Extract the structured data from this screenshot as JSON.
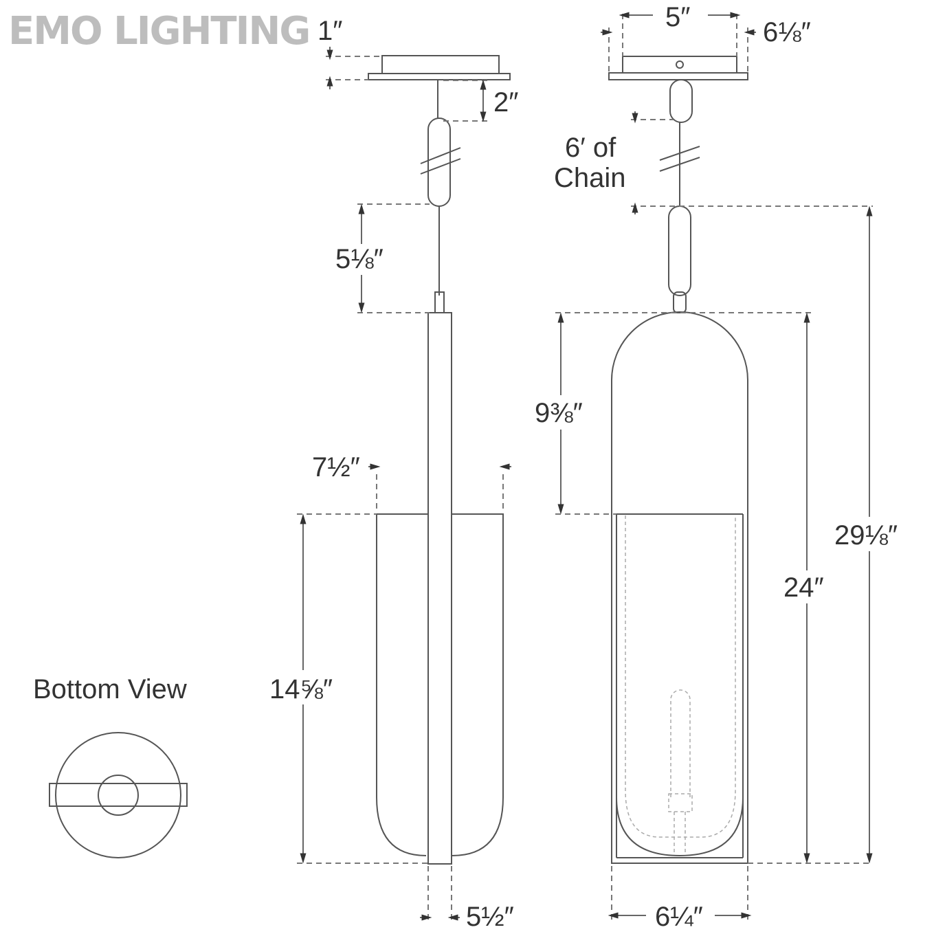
{
  "logo": "EMO LIGHTING",
  "side_view": {
    "canopy_height": "1″",
    "canopy_to_chain": "2″",
    "chain_to_body": "5⅛″",
    "shade_width": "7½″",
    "shade_height": "14⅝″",
    "stem_width": "5½″"
  },
  "front_view": {
    "canopy_width": "5″",
    "canopy_depth": "6⅛″",
    "chain_note_line1": "6′ of",
    "chain_note_line2": "Chain",
    "arch_height": "9⅜″",
    "body_height": "24″",
    "overall_height": "29⅛″",
    "body_width": "6¼″"
  },
  "bottom_view": {
    "title": "Bottom View"
  }
}
